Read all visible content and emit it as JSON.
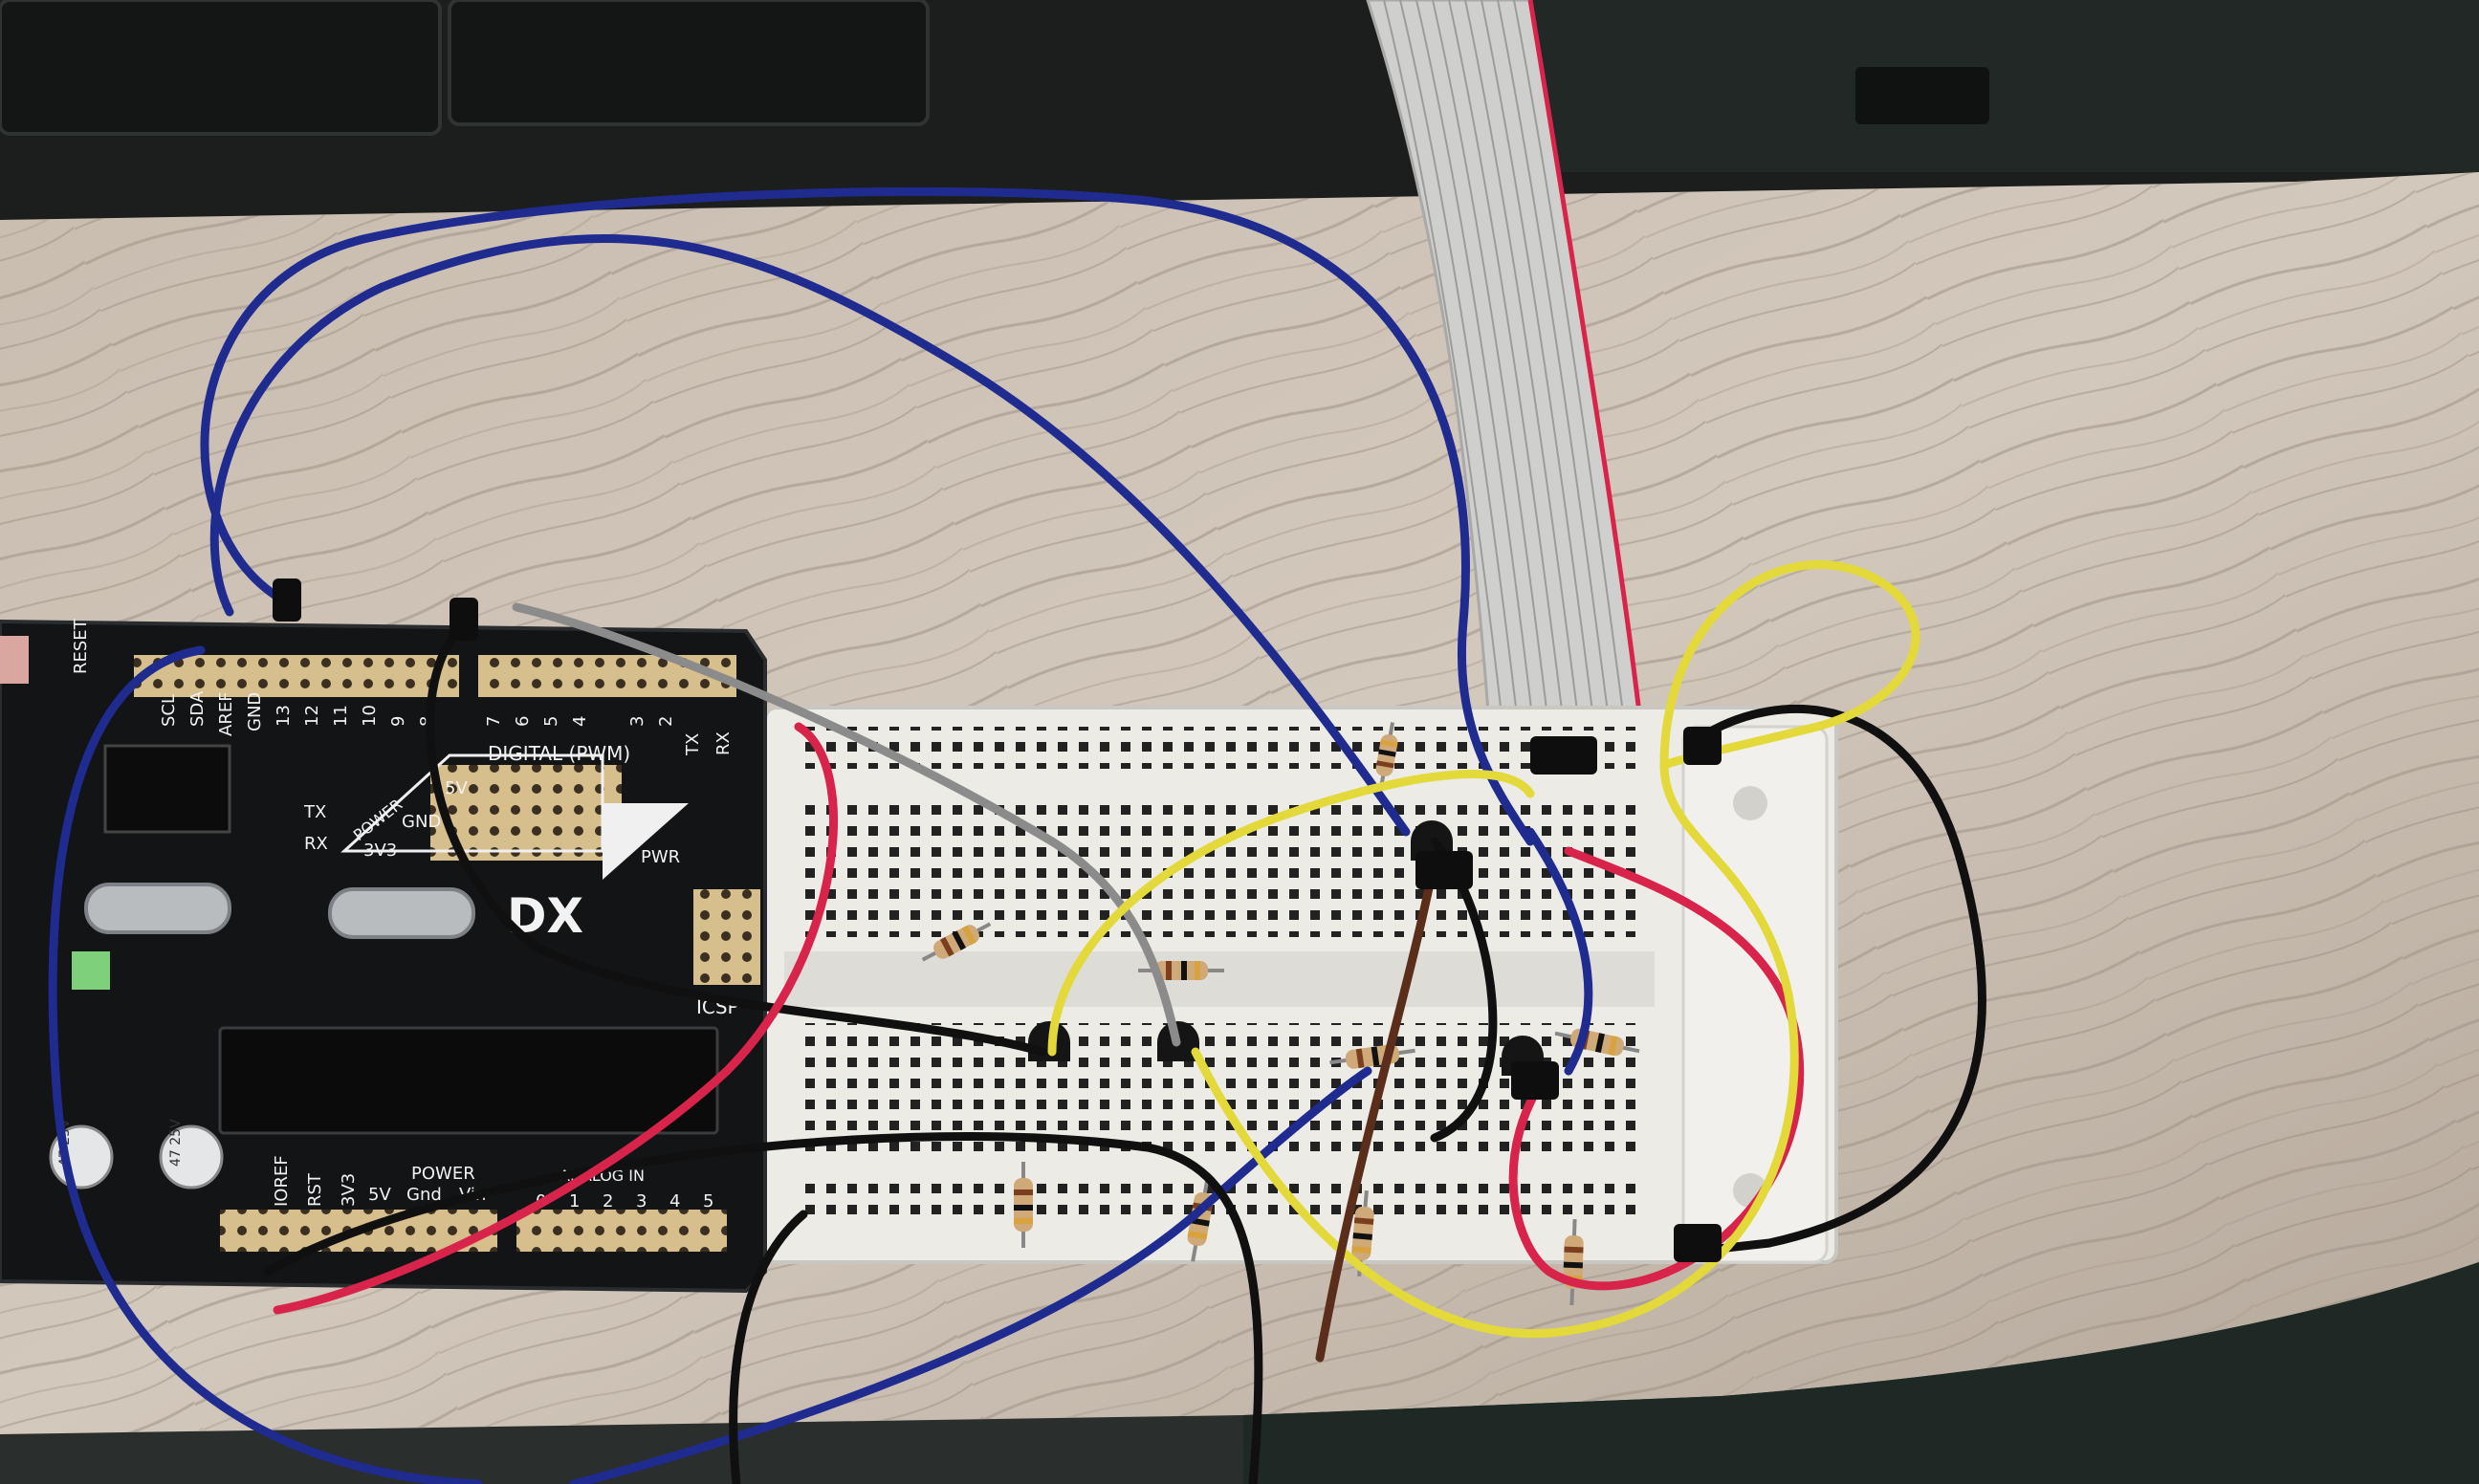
{
  "image": {
    "subject": "Arduino-compatible board wired to a solderless breadboard",
    "accent_colors": {
      "table": "#cbbfb2",
      "board": "#121416",
      "breadboard": "#ecebe6",
      "header_pins": "#d9c08a",
      "wire_blue": "#1f2b8f",
      "wire_red": "#d8244a",
      "wire_yellow": "#e3d93a",
      "wire_black": "#101010",
      "wire_gray": "#8b8b8b",
      "wire_brown": "#5a2e1a",
      "ribbon": "#c9c9c9"
    }
  },
  "board": {
    "pin_labels_top": [
      "SCL",
      "SDA",
      "AREF",
      "GND",
      "13",
      "12",
      "11",
      "10",
      "9",
      "8",
      "7",
      "6",
      "5",
      "4",
      "3",
      "2"
    ],
    "tx_label": "TX",
    "rx_label": "RX",
    "digital_label": "DIGITAL (PWM)",
    "reset_label": "RESET",
    "power_label": "POWER",
    "five_v_label": "5V",
    "gnd_label": "GND",
    "three_v3_label": "3V3",
    "tx_led_label": "TX",
    "rx_led_label": "RX",
    "pwr_label": "PWR",
    "icsp_label": "ICSP",
    "logo_text": "DX",
    "bottom_power_label": "POWER",
    "bottom_pins": [
      "IOREF",
      "RST",
      "3V3",
      "5V",
      "Gnd",
      "Vin"
    ],
    "analog_label": "ANALOG IN",
    "analog_pins": [
      "0",
      "1",
      "2",
      "3",
      "4",
      "5"
    ],
    "capacitor_label": "47 25V"
  }
}
